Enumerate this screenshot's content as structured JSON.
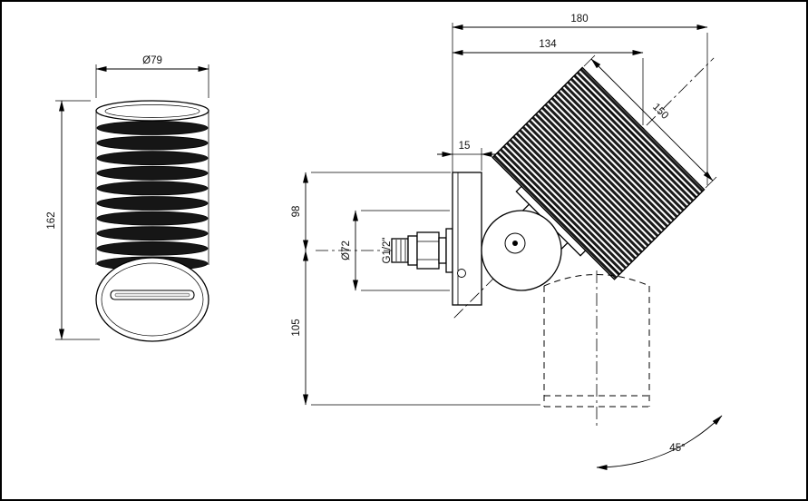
{
  "front_view": {
    "dims": {
      "diameter": "Ø79",
      "height": "162"
    }
  },
  "side_view": {
    "dims": {
      "total_width": "180",
      "head_offset": "134",
      "head_length": "150",
      "plate_thickness": "15",
      "upper_height": "98",
      "lower_height": "105",
      "joint_diameter": "Ø72",
      "thread": "G1/2\"",
      "tilt_angle": "45°"
    }
  }
}
